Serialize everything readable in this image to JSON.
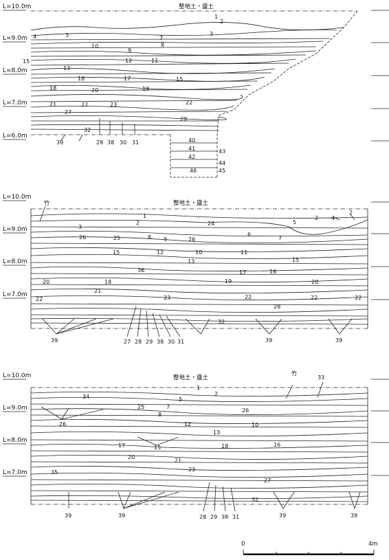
{
  "level_labels": [
    "L=10.0m",
    "L=9.0m",
    "L=8.0m",
    "L=7.0m",
    "L=6.0m"
  ],
  "section_title": "整地土・盛土",
  "bamboo_label": "竹",
  "sections": [
    {
      "id": "top",
      "levels": [
        "L=10.0m",
        "L=9.0m",
        "L=8.0m",
        "L=7.0m",
        "L=6.0m"
      ],
      "title": "整地土・盛土",
      "layer_numbers": [
        "1",
        "2",
        "3",
        "3",
        "4",
        "7",
        "8",
        "9",
        "10",
        "11",
        "12",
        "13",
        "15",
        "15",
        "16",
        "17",
        "18",
        "19",
        "20",
        "21",
        "22",
        "22",
        "23",
        "27",
        "29",
        "32",
        "39",
        "28",
        "38",
        "30",
        "31",
        "40",
        "41",
        "42",
        "43",
        "44",
        "45",
        "46"
      ]
    },
    {
      "id": "middle",
      "levels": [
        "L=10.0m",
        "L=9.0m",
        "L=8.0m",
        "L=7.0m"
      ],
      "title": "整地土・盛土",
      "annotation": "竹",
      "layer_numbers": [
        "1",
        "2",
        "2",
        "2",
        "3",
        "4",
        "5",
        "6",
        "7",
        "8",
        "9",
        "10",
        "11",
        "12",
        "13",
        "15",
        "15",
        "16",
        "17",
        "18",
        "19",
        "20",
        "20",
        "21",
        "22",
        "22",
        "22",
        "22",
        "23",
        "24",
        "25",
        "26",
        "26",
        "28",
        "32",
        "36",
        "39",
        "39",
        "39",
        "27",
        "28",
        "29",
        "38",
        "30",
        "31"
      ]
    },
    {
      "id": "bottom",
      "levels": [
        "L=10.0m",
        "L=9.0m",
        "L=8.0m",
        "L=7.0m"
      ],
      "title": "整地土・盛土",
      "annotation": "竹",
      "layer_numbers": [
        "1",
        "2",
        "5",
        "7",
        "8",
        "10",
        "12",
        "13",
        "15",
        "16",
        "17",
        "18",
        "20",
        "21",
        "23",
        "25",
        "26",
        "26",
        "27",
        "32",
        "33",
        "34",
        "35",
        "39",
        "39",
        "39",
        "39",
        "28",
        "29",
        "38",
        "31"
      ]
    }
  ],
  "scale_bar": {
    "start": "0",
    "end": "4m"
  }
}
